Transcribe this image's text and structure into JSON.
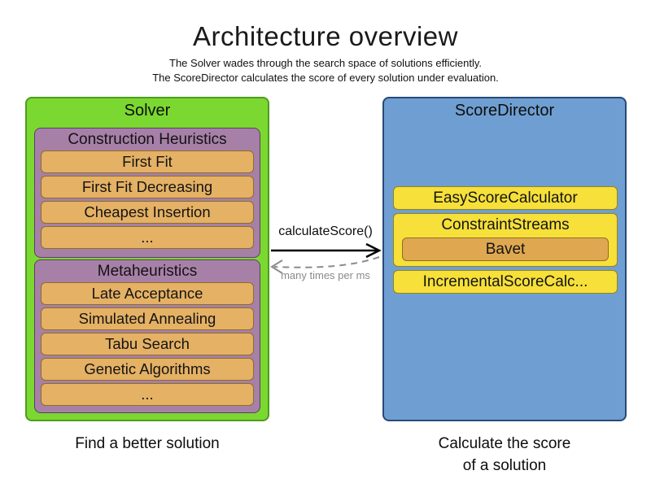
{
  "title": "Architecture overview",
  "subtitle": {
    "line1": "The Solver wades through the search space of solutions efficiently.",
    "line2": "The ScoreDirector calculates the score of every solution under evaluation."
  },
  "solver": {
    "title": "Solver",
    "caption": "Find a better solution",
    "construction_heuristics": {
      "title": "Construction Heuristics",
      "items": [
        "First Fit",
        "First Fit Decreasing",
        "Cheapest Insertion",
        "..."
      ]
    },
    "metaheuristics": {
      "title": "Metaheuristics",
      "items": [
        "Late Acceptance",
        "Simulated Annealing",
        "Tabu Search",
        "Genetic Algorithms",
        "..."
      ]
    }
  },
  "score_director": {
    "title": "ScoreDirector",
    "caption_line1": "Calculate the score",
    "caption_line2": "of a solution",
    "calculators": [
      "EasyScoreCalculator",
      "ConstraintStreams",
      "IncrementalScoreCalc..."
    ],
    "constraint_streams_impl": "Bavet"
  },
  "arrow": {
    "label": "calculateScore()",
    "sublabel": "many times per ms"
  },
  "colors": {
    "solver_fill": "#7bd831",
    "solver_border": "#4f9d1d",
    "heuristic_group_fill": "#a780a8",
    "heuristic_group_border": "#5c3f63",
    "algorithm_fill": "#e5b164",
    "algorithm_border": "#8e6e25",
    "score_director_fill": "#6f9fd2",
    "score_director_border": "#264a78",
    "calculator_fill": "#f6e039",
    "calculator_border": "#94831c",
    "bavet_fill": "#dfa850",
    "arrow_color": "#000000",
    "feedback_arrow_color": "#8c8c8c"
  }
}
